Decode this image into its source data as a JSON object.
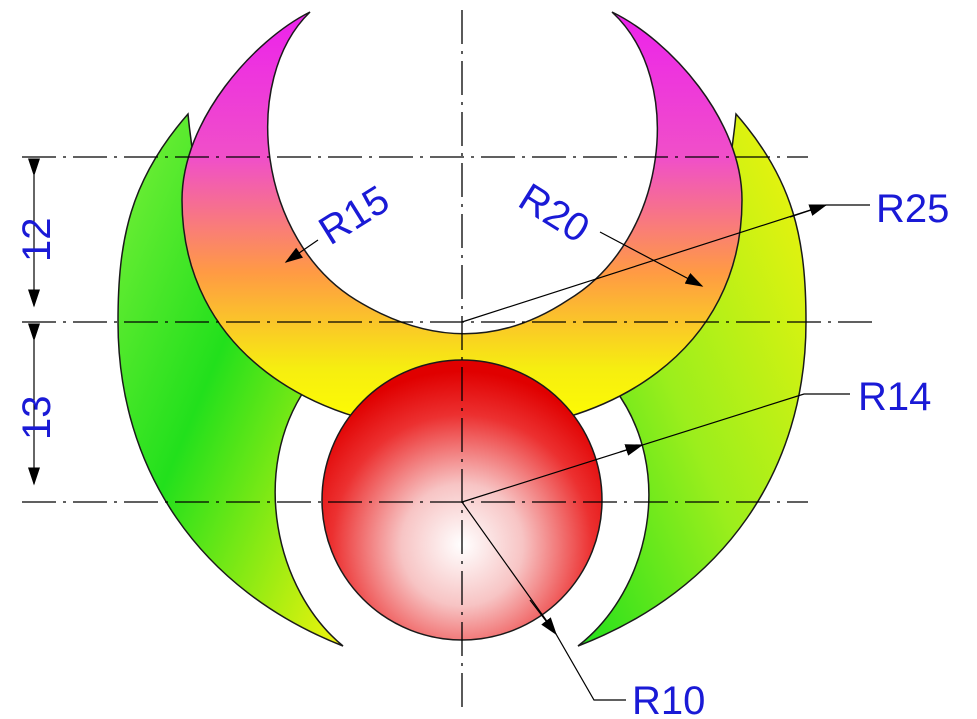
{
  "colors": {
    "dimension_text": "#1a1ad6",
    "green": "#22e01c",
    "yellow": "#f4f40c",
    "magenta": "#ec22ec",
    "orange": "#ffa23a",
    "red": "#e80808"
  },
  "dimensions": {
    "r15": "R15",
    "r20": "R20",
    "r25": "R25",
    "r14": "R14",
    "r10": "R10",
    "vertical_upper": "12",
    "vertical_lower": "13"
  }
}
